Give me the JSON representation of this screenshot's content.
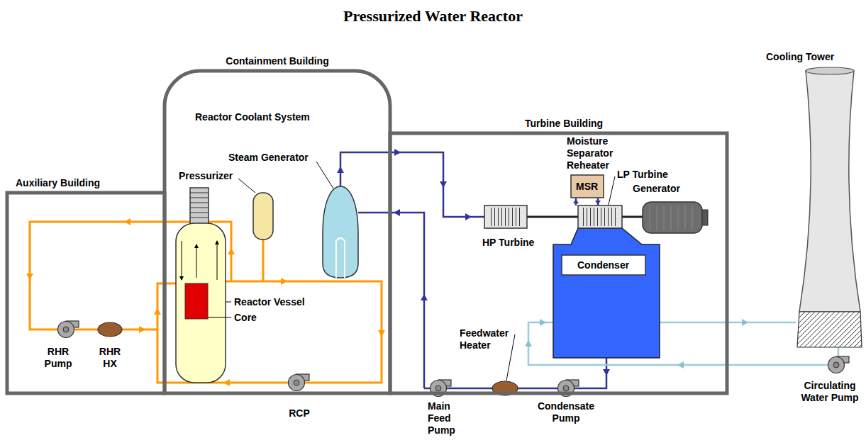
{
  "diagram": {
    "title": "Pressurized Water Reactor",
    "nodes": [
      {
        "text": [
          "Auxiliary Building"
        ]
      },
      {
        "text": [
          "Containment Building"
        ]
      },
      {
        "text": [
          "Turbine Building"
        ]
      },
      {
        "text": [
          "Moisture Separator Reheater",
          "MSR"
        ],
        "in": 2
      },
      {
        "text": [
          "Condenser"
        ],
        "in": 2
      }
    ],
    "labels": [
      "Reactor Coolant System",
      "Pressurizer",
      "Steam Generator",
      "Reactor Vessel",
      "Core",
      "RHR Pump",
      "RHR HX",
      "RCP",
      "LP Turbine",
      "Generator",
      "HP Turbine",
      "Feedwater Heater",
      "Main Feed Pump",
      "Condensate Pump",
      "Cooling Tower",
      "Circulating Water Pump"
    ]
  }
}
